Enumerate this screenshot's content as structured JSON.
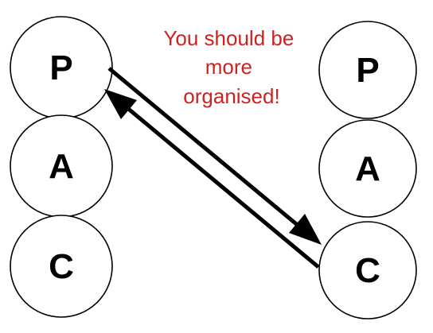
{
  "left_stack": {
    "top": "P",
    "middle": "A",
    "bottom": "C"
  },
  "right_stack": {
    "top": "P",
    "middle": "A",
    "bottom": "C"
  },
  "annotation": {
    "lines": [
      "You should be",
      "more",
      "organised!"
    ],
    "color": "#cc2222"
  },
  "colors": {
    "stroke": "#000000",
    "fill": "#ffffff"
  }
}
